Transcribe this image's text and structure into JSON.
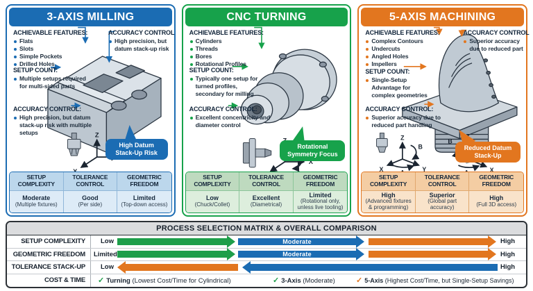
{
  "colors": {
    "blue": "#1b6cb3",
    "green": "#17a24b",
    "orange": "#e2761f",
    "dark_text": "#16283c"
  },
  "panels": [
    {
      "title": "3-AXIS MILLING",
      "features_heading": "ACHIEVABLE FEATURES:",
      "features": [
        "Flats",
        "Slots",
        "Simple Pockets",
        "Drilled Holes"
      ],
      "accuracy_top_heading": "ACCURACY CONTROL",
      "accuracy_top": "High precision, but datum stack-up risk",
      "setup_heading": "SETUP COUNT:",
      "setup": "Multiple setups required for multi-sided parts",
      "accuracy_heading": "ACCURACY CONTROL:",
      "accuracy": "High precision, but datum stack-up risk with multiple setups",
      "badge_line1": "High Datum",
      "badge_line2": "Stack-Up Risk",
      "axes": {
        "up": "Z",
        "right": "Y",
        "down_left": "X"
      },
      "table": {
        "headers": [
          "SETUP COMPLEXITY",
          "TOLERANCE CONTROL",
          "GEOMETRIC FREEDOM"
        ],
        "values": [
          {
            "rating": "Moderate",
            "note": "(Multiple fixtures)"
          },
          {
            "rating": "Good",
            "note": "(Per side)"
          },
          {
            "rating": "Limited",
            "note": "(Top-down access)"
          }
        ]
      }
    },
    {
      "title": "CNC TURNING",
      "features_heading": "ACHIEVABLE FEATURES:",
      "features": [
        "Cylinders",
        "Threads",
        "Bores",
        "Rotational Profiles"
      ],
      "setup_heading": "SETUP COUNT:",
      "setup": "Typically one setup for turned profiles, secondary for milling",
      "accuracy_heading": "ACCURACY CONTROL:",
      "accuracy": "Excellent concentricity and diameter control",
      "badge_line1": "Rotational",
      "badge_line2": "Symmetry Focus",
      "axes": {
        "up": "Z",
        "right": "X",
        "down_left": "X",
        "rotary": "C"
      },
      "table": {
        "headers": [
          "SETUP COMPLEXITY",
          "TOLERANCE CONTROL",
          "GEOMETRIC FREEDOM"
        ],
        "values": [
          {
            "rating": "Low",
            "note": "(Chuck/Collet)"
          },
          {
            "rating": "Excellent",
            "note": "(Diametrical)"
          },
          {
            "rating": "Limited",
            "note": "(Rotational only, unless live tooling)"
          }
        ]
      }
    },
    {
      "title": "5-AXIS MACHINING",
      "features_heading": "ACHIEVABLE FEATURES:",
      "features": [
        "Complex Contours",
        "Undercuts",
        "Angled Holes",
        "Impellers"
      ],
      "accuracy_top_heading": "ACCURACY CONTROL",
      "accuracy_top": "Superior accuracy due to reduced part",
      "setup_heading": "SETUP COUNT:",
      "setup": "Single-Setup Advantage for complex geometries",
      "accuracy_heading": "ACCURACY CONTROL:",
      "accuracy": "Superior accuracy due to reduced part handling",
      "badge_line1": "Reduced Datum",
      "badge_line2": "Stack-Up",
      "axes_cluster1": {
        "up": "Z",
        "left": "X",
        "right": "Y",
        "rotary_b": "B",
        "rotary_a": "A"
      },
      "axes_cluster2": {
        "up": "Z",
        "up_right": "Y",
        "down_right": "X",
        "rotary_b": "B",
        "rotary_a": "A"
      },
      "table": {
        "headers": [
          "SETUP COMPLEXITY",
          "TOLERANCE CONTROL",
          "GEOMETRIC FREEDOM"
        ],
        "values": [
          {
            "rating": "High",
            "note": "(Advanced fixtures & programming)"
          },
          {
            "rating": "Superior",
            "note": "(Global part accuracy)"
          },
          {
            "rating": "High",
            "note": "(Full 3D access)"
          }
        ]
      }
    }
  ],
  "matrix": {
    "title": "PROCESS SELECTION MATRIX & OVERALL COMPARISON",
    "rows": [
      {
        "label": "SETUP COMPLEXITY",
        "left": "Low",
        "mid": "Moderate",
        "right": "High",
        "direction": "left-to-right",
        "arrow_colors": [
          "green",
          "blue",
          "orange"
        ]
      },
      {
        "label": "GEOMETRIC FREEDOM",
        "left": "Limited",
        "mid": "Moderate",
        "right": "High",
        "direction": "left-to-right",
        "arrow_colors": [
          "green",
          "blue",
          "orange"
        ]
      },
      {
        "label": "TOLERANCE STACK-UP",
        "left": "Low",
        "right": "High",
        "direction": "right-to-left",
        "arrow_colors": [
          "orange",
          "blue"
        ]
      }
    ],
    "cost_row": {
      "label": "COST & TIME",
      "items": [
        {
          "glyph": "✓",
          "check_color": "green",
          "name": "Turning",
          "note": "(Lowest Cost/Time for Cylindrical)"
        },
        {
          "glyph": "✓",
          "check_color": "green",
          "name": "3-Axis",
          "note": "(Moderate)"
        },
        {
          "glyph": "✓",
          "check_color": "orange",
          "name": "5-Axis",
          "note": "(Highest Cost/Time, but Single-Setup Savings)"
        }
      ]
    }
  }
}
